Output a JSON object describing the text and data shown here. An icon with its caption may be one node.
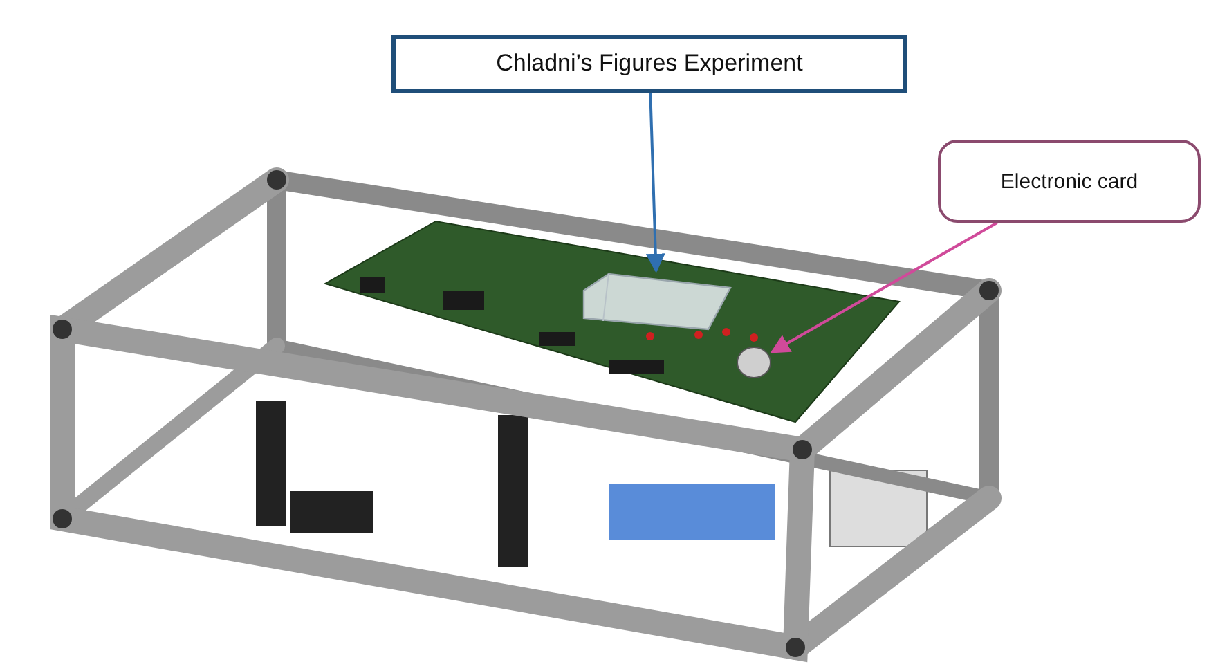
{
  "diagram": {
    "nodes": [
      {
        "text": [
          "Chladni’s Figures Experiment"
        ]
      },
      {
        "text": [
          "Electronic card"
        ]
      },
      {
        "text": [],
        "shape": "picture"
      },
      {
        "text": [],
        "shape": "circle"
      }
    ],
    "edges": [
      {
        "from": 0,
        "to": 2,
        "arrow": "to",
        "color": "#2f6fb0"
      },
      {
        "from": 1,
        "to": 3,
        "arrow": "to",
        "color": "#d04a9a"
      }
    ]
  }
}
